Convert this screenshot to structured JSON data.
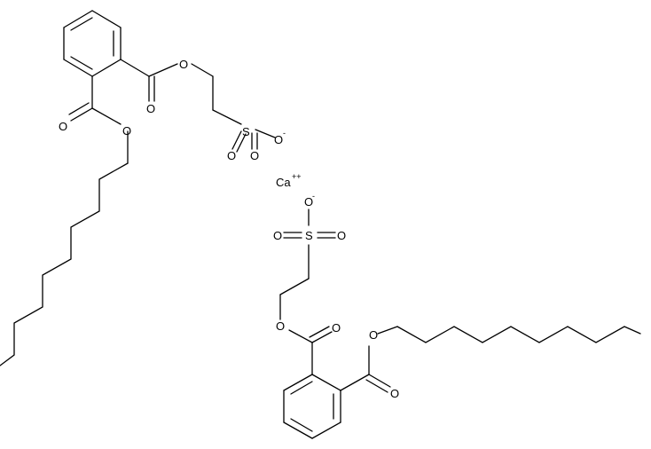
{
  "atoms": {
    "O": "O",
    "S": "S",
    "Ca": "Ca",
    "minus": "-",
    "plusplus": "++"
  }
}
